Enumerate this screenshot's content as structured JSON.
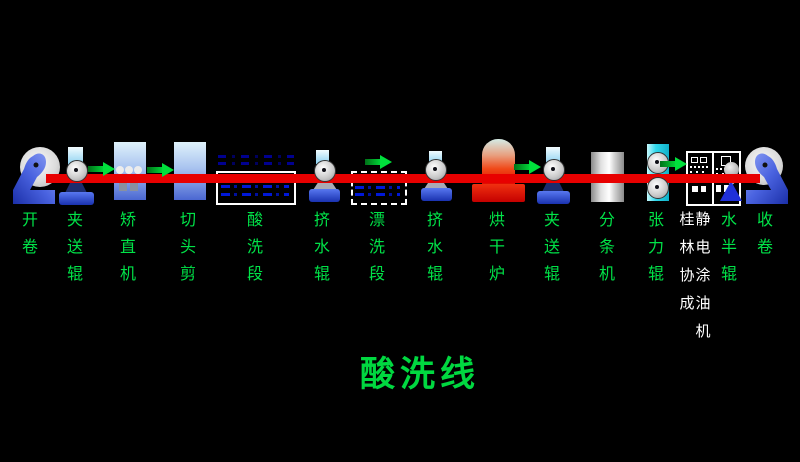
{
  "title": "酸洗线",
  "colors": {
    "background": "#000000",
    "strip_line": "#e80000",
    "label_green": "#00e348",
    "label_white": "#ffffff",
    "arrow_green": "#00e03c"
  },
  "stations": [
    {
      "name": "uncoiler",
      "label": "开卷"
    },
    {
      "name": "pinch-roll-1",
      "label": "夹送辊"
    },
    {
      "name": "straightener",
      "label": "矫直机"
    },
    {
      "name": "crop-shear",
      "label": "切头剪"
    },
    {
      "name": "pickling-section",
      "label": "酸洗段"
    },
    {
      "name": "squeeze-roll-1",
      "label": "挤水辊"
    },
    {
      "name": "rinse-section",
      "label": "漂洗段"
    },
    {
      "name": "squeeze-roll-2",
      "label": "挤水辊"
    },
    {
      "name": "drying-furnace",
      "label": "烘干炉"
    },
    {
      "name": "pinch-roll-2",
      "label": "夹送辊"
    },
    {
      "name": "slitter",
      "label": "分条机"
    },
    {
      "name": "tension-roll",
      "label": "张力辊"
    },
    {
      "name": "maker-name",
      "label": "桂林协成"
    },
    {
      "name": "electrostatic-oiler",
      "label": "静电涂油机"
    },
    {
      "name": "deflector-roll",
      "label": "水半辊"
    },
    {
      "name": "recoiler",
      "label": "收卷"
    }
  ]
}
